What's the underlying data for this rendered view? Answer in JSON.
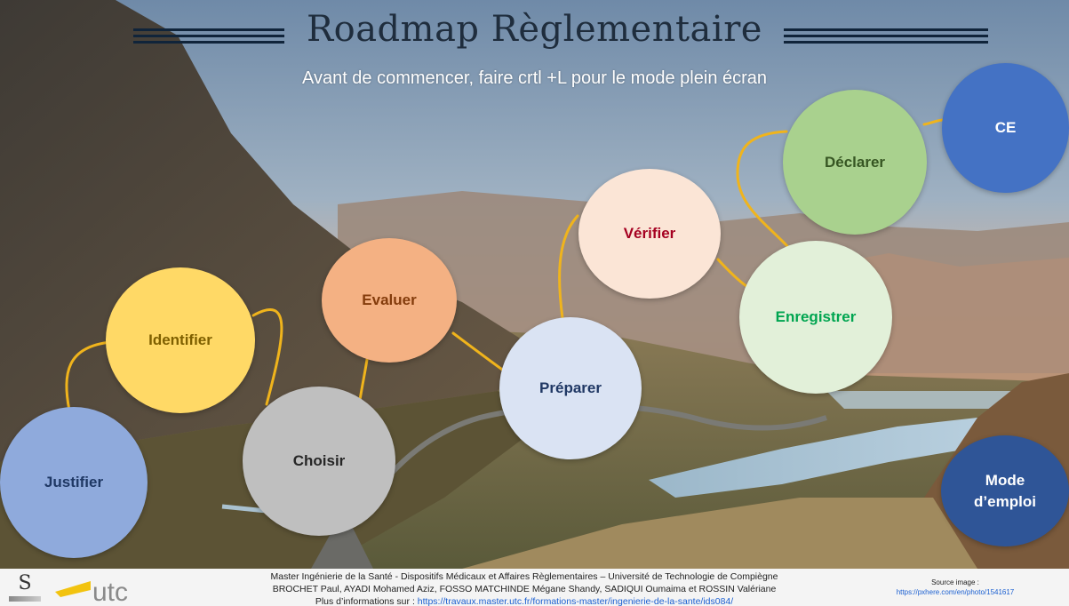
{
  "slide": {
    "title": "Roadmap Règlementaire",
    "subtitle": "Avant de commencer, faire crtl +L pour le mode plein écran"
  },
  "nodes": {
    "justifier": "Justifier",
    "identifier": "Identifier",
    "choisir": "Choisir",
    "evaluer": "Evaluer",
    "preparer": "Préparer",
    "verifier": "Vérifier",
    "enregistrer": "Enregistrer",
    "declarer": "Déclarer",
    "ce": "CE",
    "mode_emploi_line1": "Mode",
    "mode_emploi_line2": "d’emploi"
  },
  "colors": {
    "justifier": "#8faadc",
    "identifier": "#ffd966",
    "choisir": "#bfbfbf",
    "evaluer": "#f4b183",
    "preparer": "#dae3f3",
    "verifier": "#fbe5d6",
    "enregistrer": "#e2f0d9",
    "declarer": "#a9d18e",
    "ce": "#4472c4",
    "mode_emploi": "#2f5597",
    "connector": "#f0b41c"
  },
  "footer": {
    "line1": "Master Ingénierie de la Santé - Dispositifs Médicaux et Affaires Règlementaires – Université de Technologie de Compiègne",
    "line2": "BROCHET Paul, AYADI Mohamed Aziz, FOSSO MATCHINDE Mégane Shandy, SADIQUI Oumaima et ROSSIN Valériane",
    "line3_prefix": "Plus d’informations sur : ",
    "line3_link": "https://travaux.master.utc.fr/formations-master/ingenierie-de-la-sante/ids084/",
    "source_label": "Source image :",
    "source_link": "https://pxhere.com/en/photo/1541617",
    "logo_s_letter": "S",
    "logo_utc_text": "utc"
  }
}
